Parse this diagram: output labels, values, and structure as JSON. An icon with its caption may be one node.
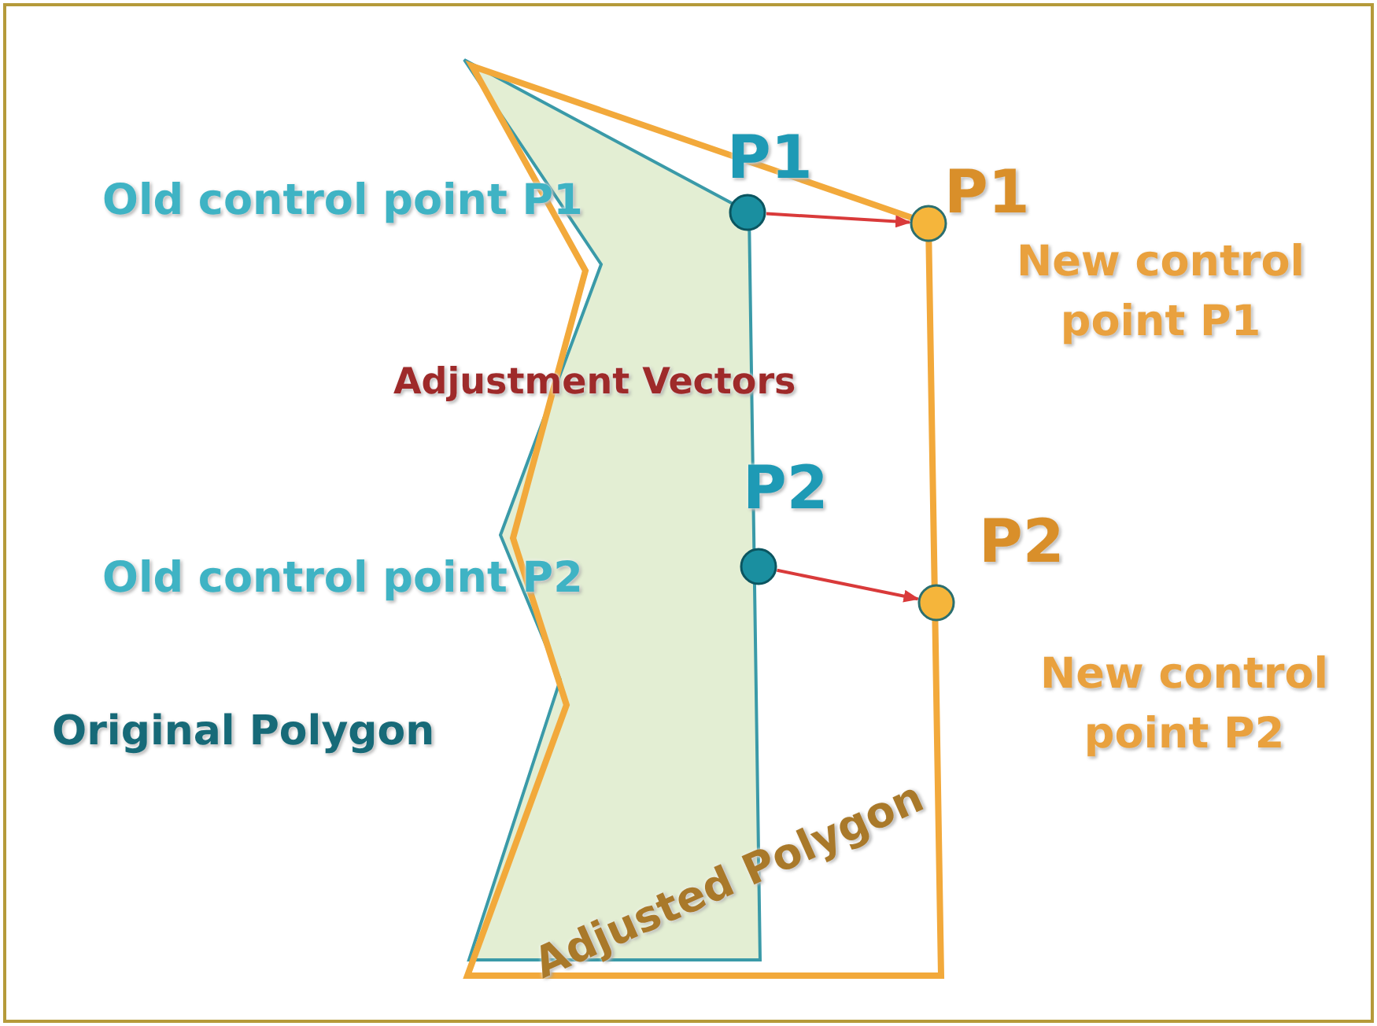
{
  "diagram": {
    "nodes": [
      {
        "text": [],
        "shape": "circle"
      },
      {
        "text": [],
        "shape": "circle"
      },
      {
        "text": [],
        "shape": "circle"
      },
      {
        "text": [],
        "shape": "circle"
      }
    ],
    "edges": [
      {
        "from": 0,
        "to": 1,
        "arrow": "to"
      },
      {
        "from": 2,
        "to": 3,
        "arrow": "to"
      }
    ],
    "labels": [
      "P1",
      "P1",
      "Old control point P1",
      "New control point P1",
      "Adjustment Vectors",
      "P2",
      "P2",
      "Old control point P2",
      "Original Polygon",
      "New control point P2",
      "Adjusted Polygon"
    ]
  }
}
